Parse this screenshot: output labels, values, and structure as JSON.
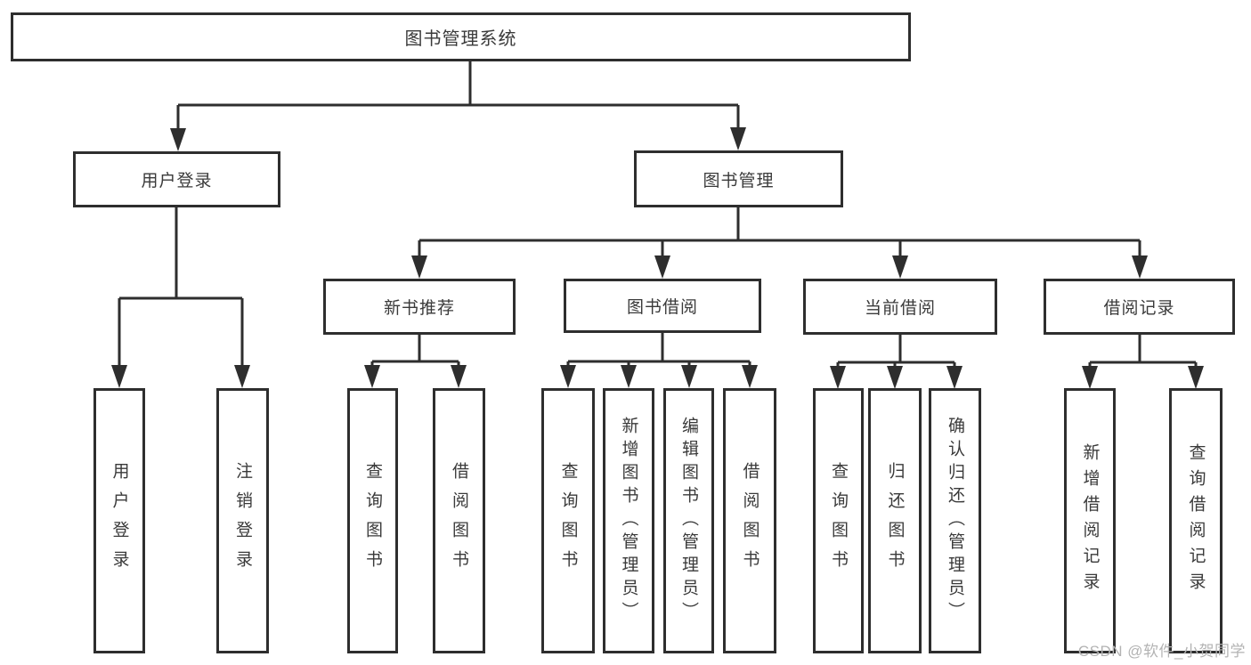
{
  "diagram_title": "图书管理系统",
  "colors": {
    "line": "#2e2e2e",
    "text": "#3a3a3a",
    "background": "#ffffff",
    "watermark": "#b3b3b3"
  },
  "nodes": {
    "root": "图书管理系统",
    "user_login": "用户登录",
    "book_mgmt": "图书管理",
    "new_books": "新书推荐",
    "book_borrow": "图书借阅",
    "current_borrow": "当前借阅",
    "borrow_records": "借阅记录",
    "leaves": {
      "user_login": [
        "用户登录",
        "注销登录"
      ],
      "new_books": [
        "查询图书",
        "借阅图书"
      ],
      "book_borrow": [
        "查询图书",
        "新增图书（管理员）",
        "编辑图书（管理员）",
        "借阅图书"
      ],
      "current_borrow": [
        "查询图书",
        "归还图书",
        "确认归还（管理员）"
      ],
      "borrow_records": [
        "新增借阅记录",
        "查询借阅记录"
      ]
    }
  },
  "watermark": "CSDN @软件_小贺同学"
}
